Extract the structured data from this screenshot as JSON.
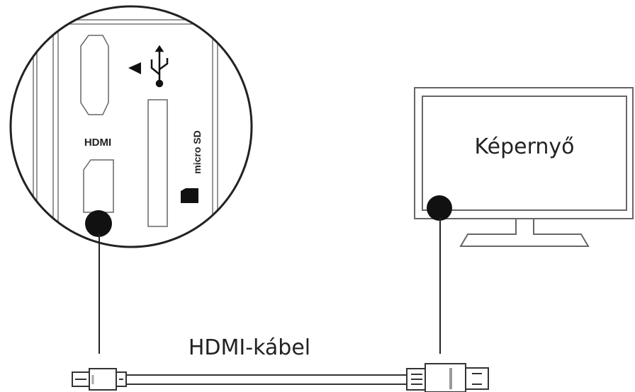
{
  "device_zoom": {
    "hdmi_label": "HDMI",
    "microsd_label": "micro SD",
    "usb_icon": "usb-icon",
    "sd_card_icon": "sd-card-icon"
  },
  "monitor": {
    "label": "Képernyő"
  },
  "cable": {
    "label": "HDMI-kábel"
  },
  "colors": {
    "line": "#222222",
    "dot": "#111111",
    "outline": "#555555"
  }
}
